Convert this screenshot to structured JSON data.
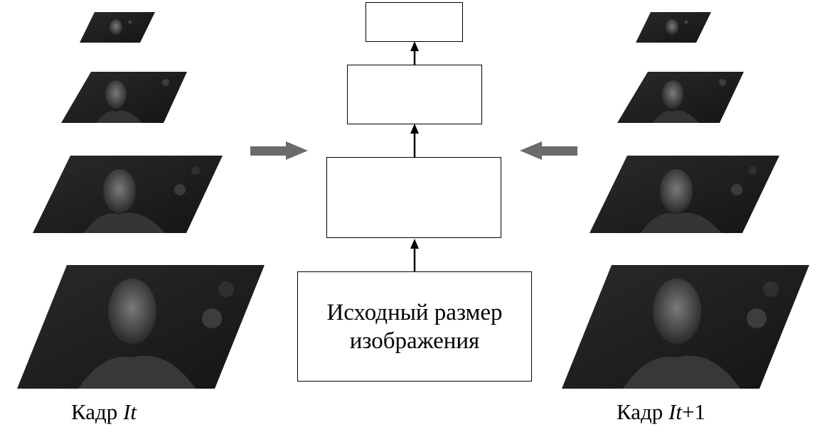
{
  "diagram": {
    "left_frame": {
      "caption_word": "Кадр",
      "caption_var": "It",
      "caption_suffix": "",
      "pyramid_levels": 4
    },
    "right_frame": {
      "caption_word": "Кадр",
      "caption_var": "It",
      "caption_suffix": "+1",
      "pyramid_levels": 4
    },
    "center_stack": {
      "box_count": 4,
      "bottom_box_label_line1": "Исходный размер",
      "bottom_box_label_line2": "изображения"
    },
    "colors": {
      "frame_dark": "#1c1c1c",
      "face_tone": "#565656",
      "arrow_gray": "#6b6b6b",
      "line": "#000000"
    }
  }
}
